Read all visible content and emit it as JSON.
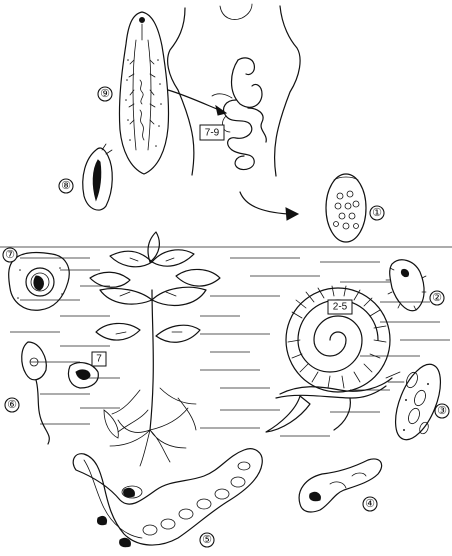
{
  "labels": {
    "stage1": "①",
    "stage2": "②",
    "stage3": "③",
    "stage4": "④",
    "stage5": "⑤",
    "stage6": "⑥",
    "stage7": "⑦",
    "stage8": "⑧",
    "stage9": "⑨"
  },
  "boxes": {
    "human_days": "7-9",
    "snail_weeks": "2-5",
    "plant_box": "7"
  }
}
